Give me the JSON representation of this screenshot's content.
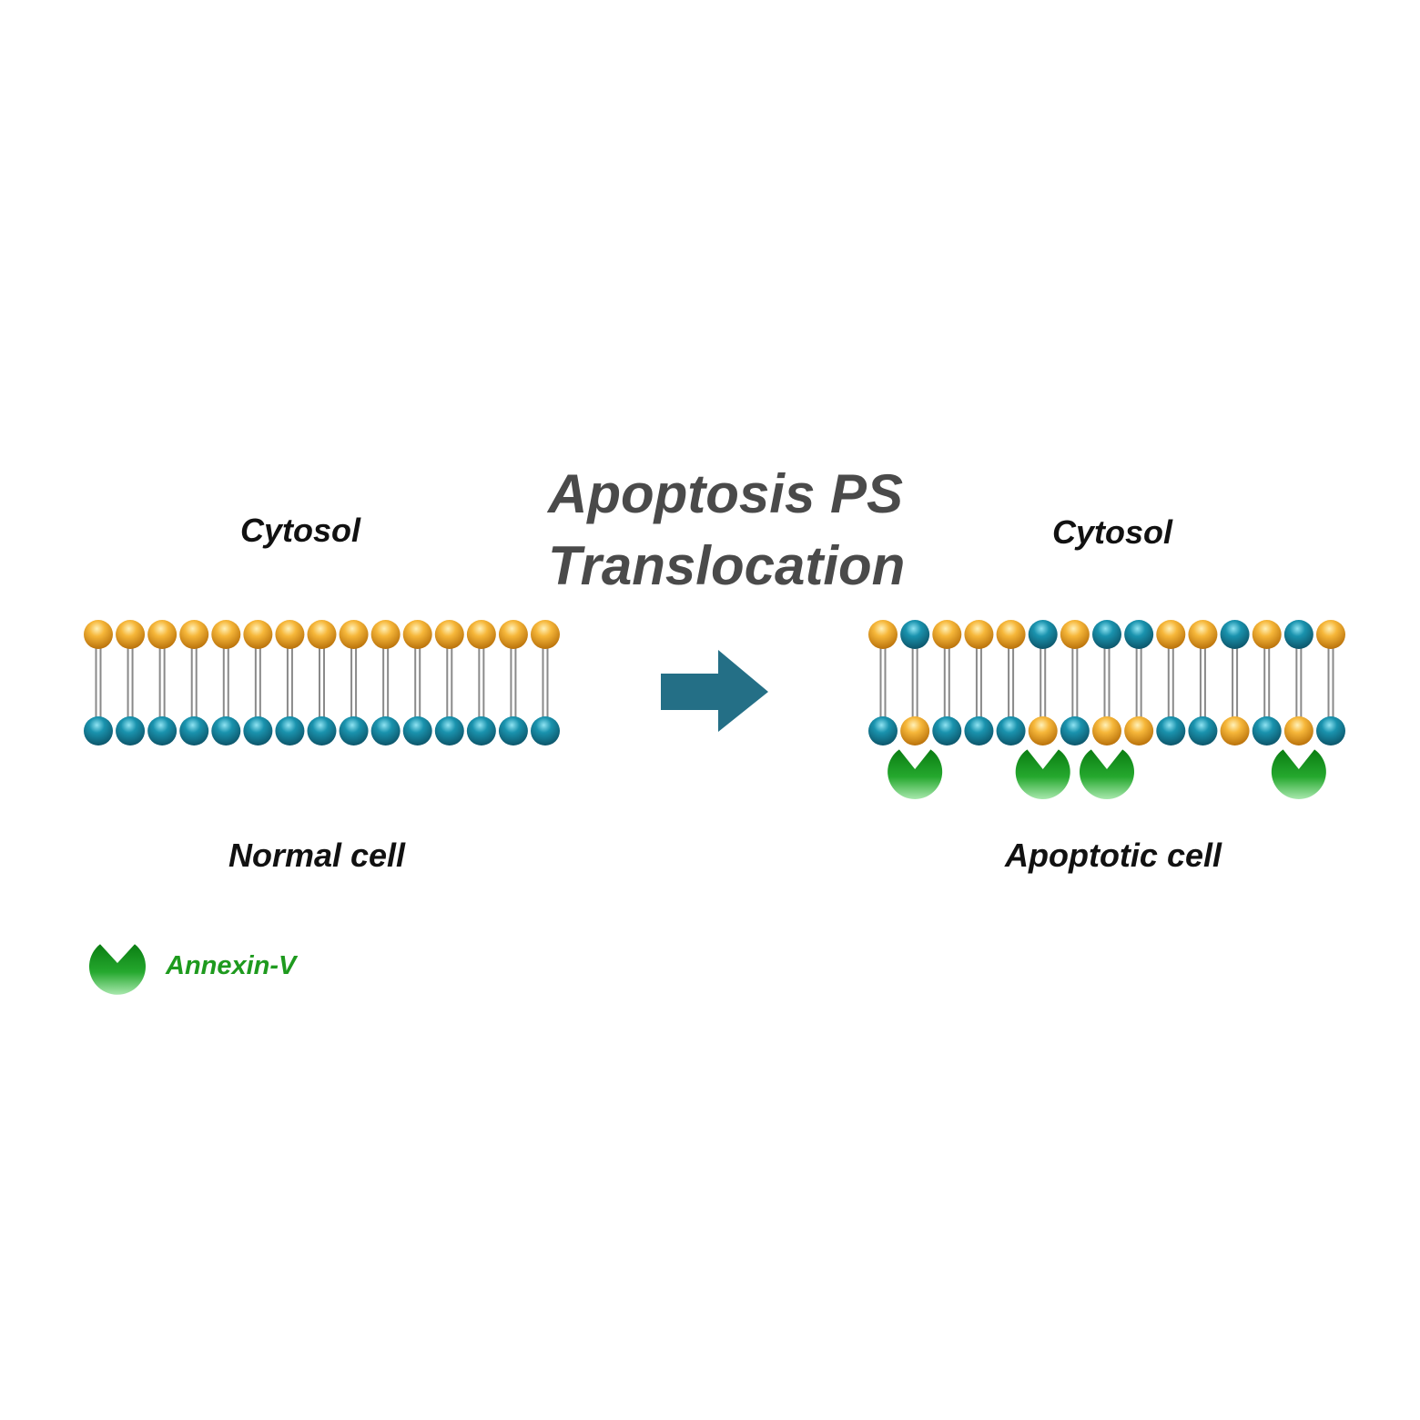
{
  "title": {
    "line1": "Apoptosis PS",
    "line2": "Translocation"
  },
  "left_panel": {
    "cytosol_label": "Cytosol",
    "cell_label": "Normal cell",
    "outer_leaflet": [
      "orange",
      "orange",
      "orange",
      "orange",
      "orange",
      "orange",
      "orange",
      "orange",
      "orange",
      "orange",
      "orange",
      "orange",
      "orange",
      "orange",
      "orange"
    ],
    "inner_leaflet": [
      "teal",
      "teal",
      "teal",
      "teal",
      "teal",
      "teal",
      "teal",
      "teal",
      "teal",
      "teal",
      "teal",
      "teal",
      "teal",
      "teal",
      "teal"
    ],
    "annexin_bound": []
  },
  "right_panel": {
    "cytosol_label": "Cytosol",
    "cell_label": "Apoptotic cell",
    "outer_leaflet": [
      "orange",
      "teal",
      "orange",
      "orange",
      "orange",
      "teal",
      "orange",
      "teal",
      "teal",
      "orange",
      "orange",
      "teal",
      "orange",
      "teal",
      "orange"
    ],
    "inner_leaflet": [
      "teal",
      "orange",
      "teal",
      "teal",
      "teal",
      "orange",
      "teal",
      "orange",
      "orange",
      "teal",
      "teal",
      "orange",
      "teal",
      "orange",
      "teal"
    ],
    "annexin_bound": [
      1,
      5,
      7,
      13
    ]
  },
  "legend": {
    "annexin_label": "Annexin-V",
    "annexin_icon": "annexin-v-icon"
  },
  "arrow_icon": "right-arrow-icon",
  "colors": {
    "title": "#4a4a4a",
    "label": "#111111",
    "legend_text": "#1e9a1e",
    "orange_head": "#e89a1c",
    "teal_head": "#17809a",
    "arrow": "#246f86",
    "annexin": "#1fa22a"
  }
}
